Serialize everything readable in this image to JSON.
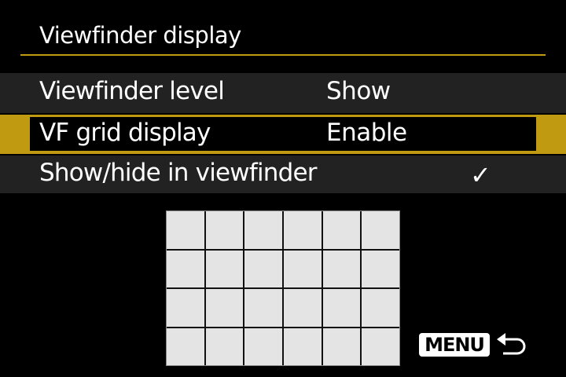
{
  "header": {
    "title": "Viewfinder display"
  },
  "items": [
    {
      "label": "Viewfinder level",
      "value": "Show"
    },
    {
      "label": "VF grid display",
      "value": "Enable",
      "selected": true
    },
    {
      "label": "Show/hide in viewfinder",
      "value": "✓"
    }
  ],
  "grid_preview": {
    "columns": 6,
    "rows": 4
  },
  "footer": {
    "menu_label": "MENU",
    "back_icon": "return-arrow-icon"
  },
  "colors": {
    "accent": "#c09a10",
    "row_bg": "#222222"
  }
}
